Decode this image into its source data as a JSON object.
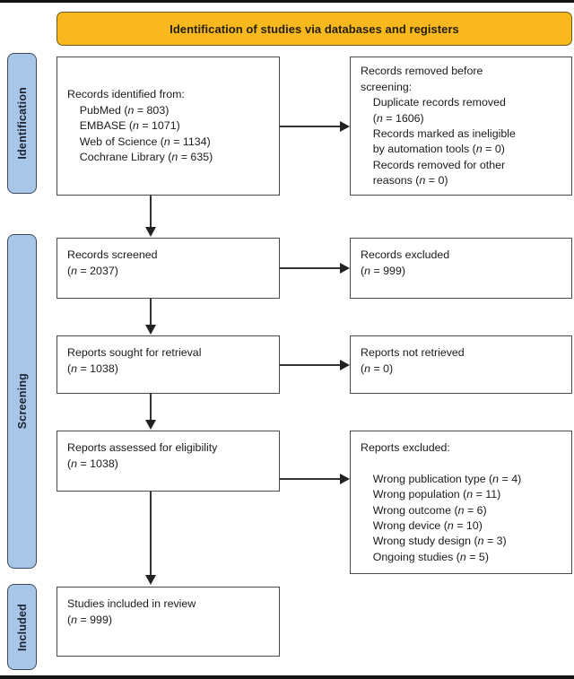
{
  "header": {
    "title": "Identification of studies via databases and registers",
    "background_color": "#F8B81E"
  },
  "stages": {
    "identification": "Identification",
    "screening": "Screening",
    "included": "Included",
    "tab_color": "#A8C6E8"
  },
  "boxes": {
    "identified": "Records identified from:\n    PubMed (n = 803)\n    EMBASE (n = 1071)\n    Web of Science (n = 1134)\n    Cochrane Library (n = 635)",
    "removed": "Records removed before\nscreening:\n    Duplicate records removed\n    (n = 1606)\n    Records marked as ineligible\n    by automation tools (n = 0)\n    Records removed for other\n    reasons (n = 0)",
    "screened": "Records screened\n(n = 2037)",
    "excluded": "Records excluded\n(n = 999)",
    "sought": "Reports sought for retrieval\n(n = 1038)",
    "not_retrieved": "Reports not retrieved\n(n = 0)",
    "assessed": "Reports assessed for eligibility\n(n = 1038)",
    "reports_excluded": "Reports excluded:\n\n    Wrong publication type (n = 4)\n    Wrong population (n = 11)\n    Wrong outcome (n = 6)\n    Wrong device (n = 10)\n    Wrong study design (n = 3)\n    Ongoing studies (n = 5)",
    "included": "Studies included in review\n(n = 999)"
  },
  "counts": {
    "pubmed": 803,
    "embase": 1071,
    "web_of_science": 1134,
    "cochrane_library": 635,
    "duplicate_records_removed": 1606,
    "records_marked_ineligible_automation": 0,
    "records_removed_other_reasons": 0,
    "records_screened": 2037,
    "records_excluded": 999,
    "reports_sought_for_retrieval": 1038,
    "reports_not_retrieved": 0,
    "reports_assessed_for_eligibility": 1038,
    "wrong_publication_type": 4,
    "wrong_population": 11,
    "wrong_outcome": 6,
    "wrong_device": 10,
    "wrong_study_design": 3,
    "ongoing_studies": 5,
    "studies_included_in_review": 999
  }
}
